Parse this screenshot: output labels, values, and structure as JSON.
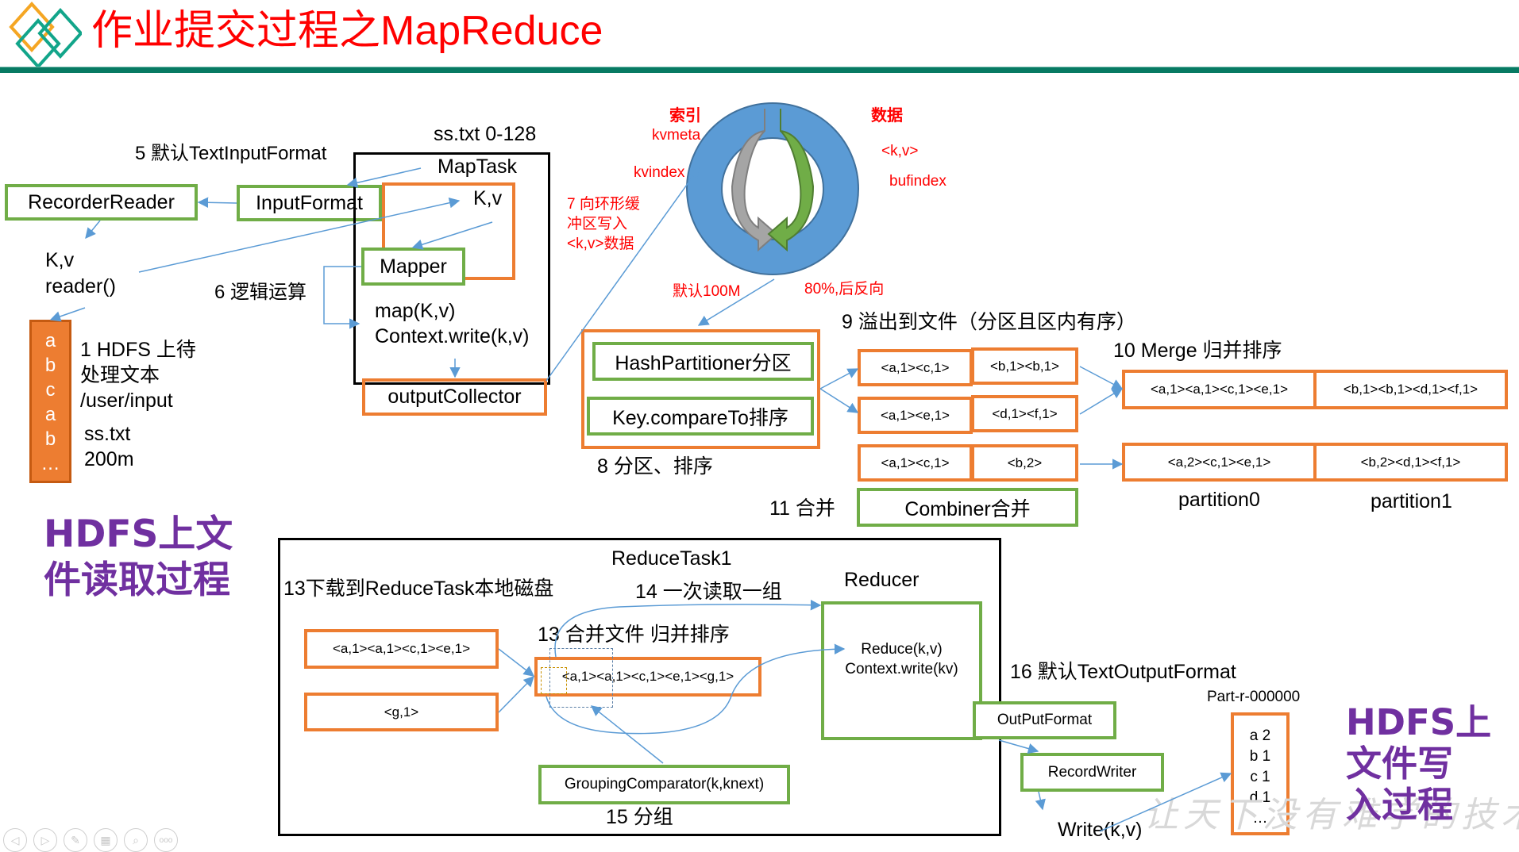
{
  "title": "作业提交过程之MapReduce",
  "colors": {
    "orange": "#ED7D31",
    "green": "#70AD47",
    "arrow": "#5B9BD5",
    "purple": "#7030A0",
    "title": "#FF0000",
    "rule": "#077A63"
  },
  "map_side": {
    "step5": "5 默认TextInputFormat",
    "recorder_reader": "RecorderReader",
    "input_format": "InputFormat",
    "kv_reader_line1": "K,v",
    "kv_reader_line2": "reader()",
    "step6": "6 逻辑运算",
    "split_label": "ss.txt 0-128",
    "maptask_label": "MapTask",
    "kv_label": "K,v",
    "mapper": "Mapper",
    "map_call_line1": "map(K,v)",
    "map_call_line2": "Context.write(k,v)",
    "output_collector": "outputCollector",
    "hdfs_file_chars": [
      "a",
      "b",
      "c",
      "a",
      "b",
      "…"
    ],
    "step1_line1": "1 HDFS 上待",
    "step1_line2": "处理文本",
    "step1_line3": "/user/input",
    "file_name": "ss.txt",
    "file_size": "200m",
    "read_title_line1": "HDFS上文",
    "read_title_line2": "件读取过程"
  },
  "ring_buffer": {
    "index_label": "索引",
    "kvmeta": "kvmeta",
    "kvindex": "kvindex",
    "data_label": "数据",
    "kv": "<k,v>",
    "bufindex": "bufindex",
    "step7_line1": "7 向环形缓",
    "step7_line2": "冲区写入",
    "step7_line3": "<k,v>数据",
    "default_size": "默认100M",
    "threshold": "80%,后反向"
  },
  "partition_sort": {
    "hash_partitioner": "HashPartitioner分区",
    "key_compare": "Key.compareTo排序",
    "step8": "8 分区、排序"
  },
  "spill": {
    "step9": "9 溢出到文件（分区且区内有序）",
    "rows": [
      [
        "<a,1><c,1>",
        "<b,1><b,1>"
      ],
      [
        "<a,1><e,1>",
        "<d,1><f,1>"
      ],
      [
        "<a,1><c,1>",
        "<b,2>"
      ]
    ],
    "step11": "11 合并",
    "combiner": "Combiner合并"
  },
  "merge": {
    "step10": "10 Merge 归并排序",
    "merged": [
      "<a,1><a,1><c,1><e,1>",
      "<b,1><b,1><d,1><f,1>"
    ],
    "combined": [
      "<a,2><c,1><e,1>",
      "<b,2><d,1><f,1>"
    ],
    "partitions": [
      "partition0",
      "partition1"
    ]
  },
  "reduce_side": {
    "reducetask_label": "ReduceTask1",
    "step13_download": "13下载到ReduceTask本地磁盘",
    "step14": "14 一次读取一组",
    "reducer_label": "Reducer",
    "step13_merge": "13 合并文件 归并排序",
    "downloaded": [
      "<a,1><a,1><c,1><e,1>",
      "<g,1>"
    ],
    "merged_file": "<a,1><a,1><c,1><e,1><g,1>",
    "reduce_call_line1": "Reduce(k,v)",
    "reduce_call_line2": "Context.write(kv)",
    "grouping_comparator": "GroupingComparator(k,knext)",
    "step15": "15 分组",
    "step16": "16 默认TextOutputFormat",
    "output_format": "OutPutFormat",
    "record_writer": "RecordWriter",
    "write_call": "Write(k,v)",
    "part_file_name": "Part-r-000000",
    "part_file_lines": [
      "a 2",
      "b 1",
      "c 1",
      "d 1",
      "…"
    ],
    "write_title_line1": "HDFS上",
    "write_title_line2": "文件写",
    "write_title_line3": "入过程"
  },
  "watermark": "让天下没有难学的技术",
  "nav_icons": [
    "prev-icon",
    "next-icon",
    "pen-icon",
    "slides-icon",
    "zoom-icon",
    "more-icon"
  ]
}
